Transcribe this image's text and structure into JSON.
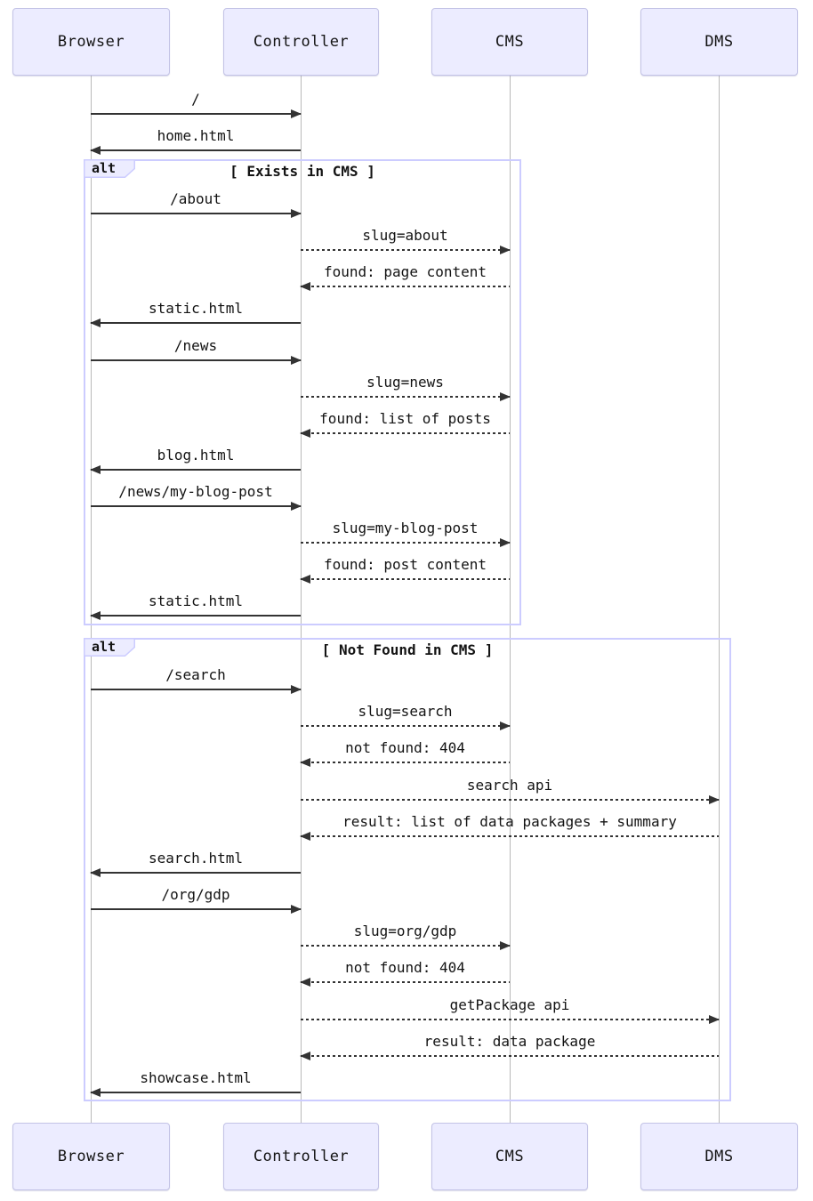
{
  "diagram": {
    "type": "sequence-diagram",
    "participants": [
      {
        "name": "Browser"
      },
      {
        "name": "Controller"
      },
      {
        "name": "CMS"
      },
      {
        "name": "DMS"
      }
    ],
    "frames": [
      {
        "operator": "alt",
        "condition": "[ Exists in CMS ]"
      },
      {
        "operator": "alt",
        "condition": "[ Not Found in CMS ]"
      }
    ],
    "messages": [
      {
        "from": "Browser",
        "to": "Controller",
        "style": "solid",
        "label": "/"
      },
      {
        "from": "Controller",
        "to": "Browser",
        "style": "solid",
        "label": "home.html"
      },
      {
        "from": "Browser",
        "to": "Controller",
        "style": "solid",
        "label": "/about"
      },
      {
        "from": "Controller",
        "to": "CMS",
        "style": "dashed",
        "label": "slug=about"
      },
      {
        "from": "CMS",
        "to": "Controller",
        "style": "dashed",
        "label": "found: page content"
      },
      {
        "from": "Controller",
        "to": "Browser",
        "style": "solid",
        "label": "static.html"
      },
      {
        "from": "Browser",
        "to": "Controller",
        "style": "solid",
        "label": "/news"
      },
      {
        "from": "Controller",
        "to": "CMS",
        "style": "dashed",
        "label": "slug=news"
      },
      {
        "from": "CMS",
        "to": "Controller",
        "style": "dashed",
        "label": "found: list of posts"
      },
      {
        "from": "Controller",
        "to": "Browser",
        "style": "solid",
        "label": "blog.html"
      },
      {
        "from": "Browser",
        "to": "Controller",
        "style": "solid",
        "label": "/news/my-blog-post"
      },
      {
        "from": "Controller",
        "to": "CMS",
        "style": "dashed",
        "label": "slug=my-blog-post"
      },
      {
        "from": "CMS",
        "to": "Controller",
        "style": "dashed",
        "label": "found: post content"
      },
      {
        "from": "Controller",
        "to": "Browser",
        "style": "solid",
        "label": "static.html"
      },
      {
        "from": "Browser",
        "to": "Controller",
        "style": "solid",
        "label": "/search"
      },
      {
        "from": "Controller",
        "to": "CMS",
        "style": "dashed",
        "label": "slug=search"
      },
      {
        "from": "CMS",
        "to": "Controller",
        "style": "dashed",
        "label": "not found: 404"
      },
      {
        "from": "Controller",
        "to": "DMS",
        "style": "dashed",
        "label": "search api"
      },
      {
        "from": "DMS",
        "to": "Controller",
        "style": "dashed",
        "label": "result: list of data packages + summary"
      },
      {
        "from": "Controller",
        "to": "Browser",
        "style": "solid",
        "label": "search.html"
      },
      {
        "from": "Browser",
        "to": "Controller",
        "style": "solid",
        "label": "/org/gdp"
      },
      {
        "from": "Controller",
        "to": "CMS",
        "style": "dashed",
        "label": "slug=org/gdp"
      },
      {
        "from": "CMS",
        "to": "Controller",
        "style": "dashed",
        "label": "not found: 404"
      },
      {
        "from": "Controller",
        "to": "DMS",
        "style": "dashed",
        "label": "getPackage api"
      },
      {
        "from": "DMS",
        "to": "Controller",
        "style": "dashed",
        "label": "result: data package"
      },
      {
        "from": "Controller",
        "to": "Browser",
        "style": "solid",
        "label": "showcase.html"
      }
    ],
    "colors": {
      "actor_fill": "#ECECFF",
      "actor_border": "#C3C3E6",
      "frame_border": "#CCCCFF",
      "message_line": "#333333",
      "lifeline": "#B9B9B9",
      "text": "#131313"
    }
  }
}
